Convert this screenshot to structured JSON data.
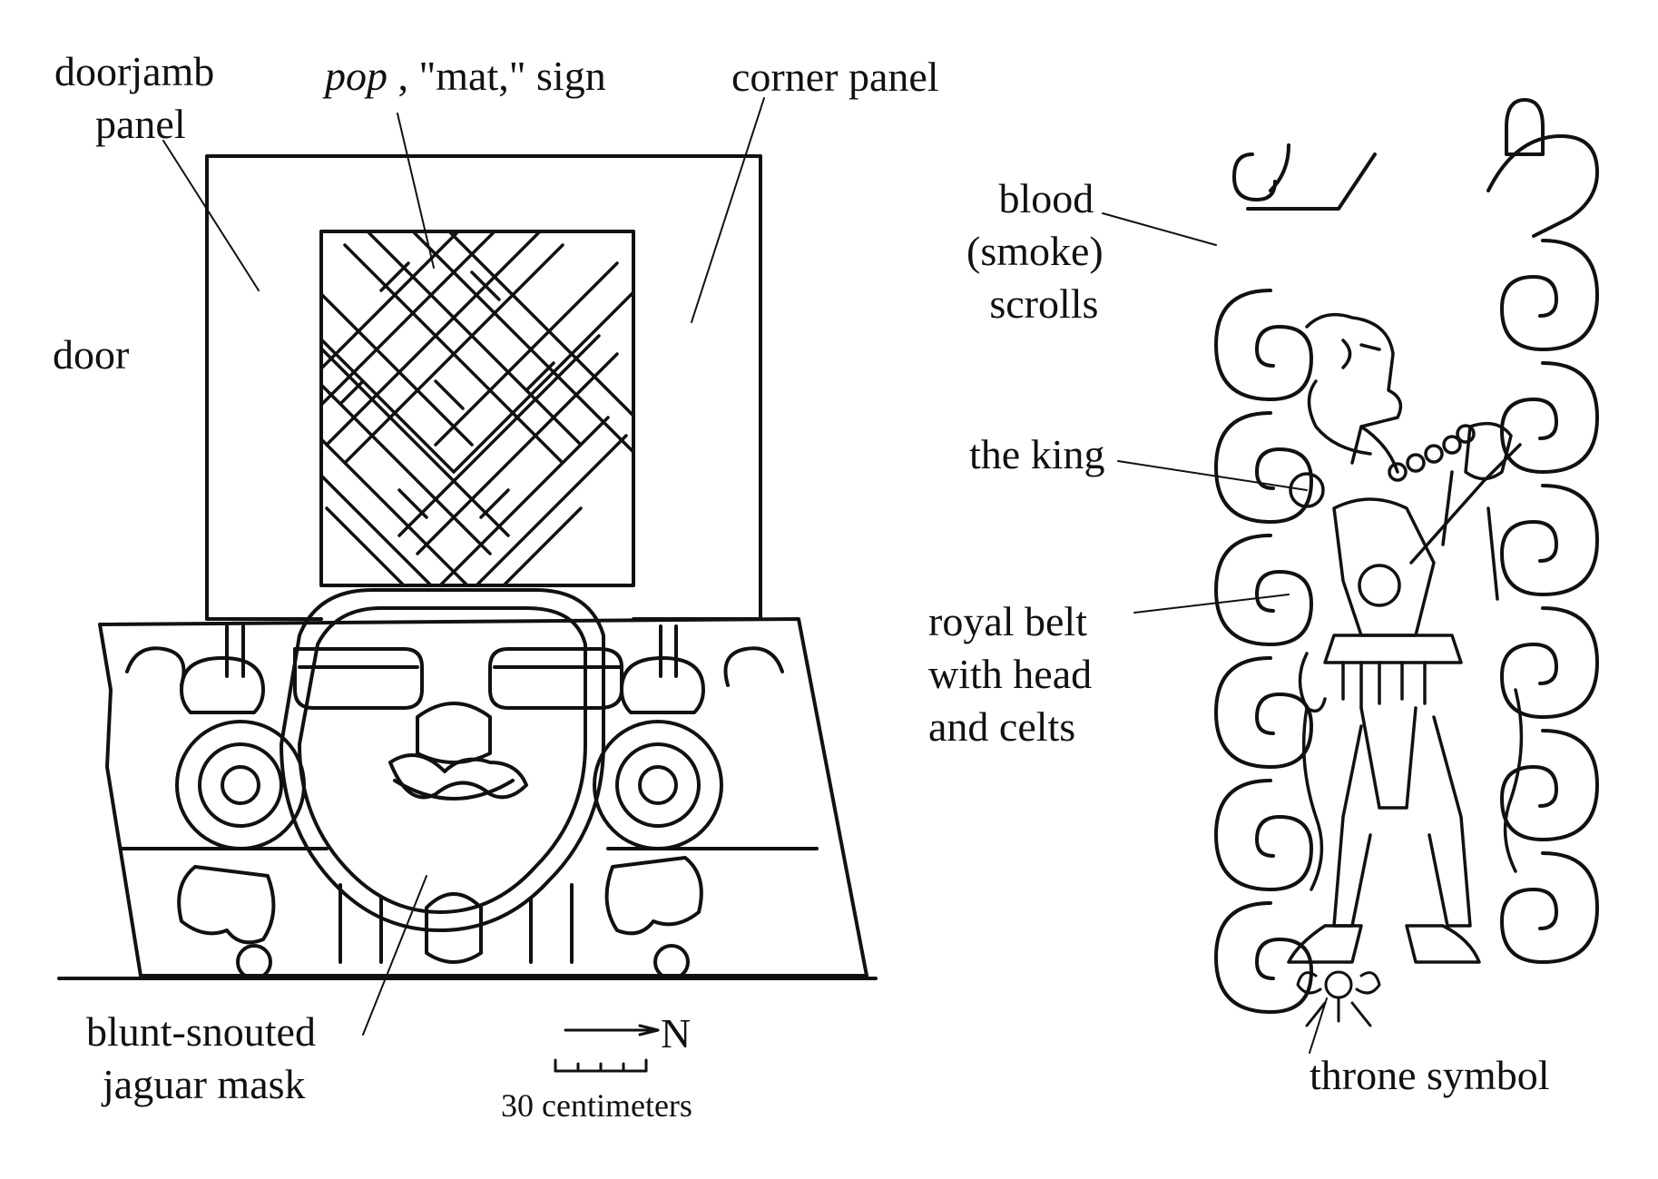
{
  "labels": {
    "doorjamb_panel": [
      "doorjamb",
      "panel"
    ],
    "pop_italic": "pop",
    "pop_rest": " , \"mat,\" sign",
    "corner_panel": "corner panel",
    "door": "door",
    "jaguar_mask": [
      "blunt-snouted",
      "jaguar mask"
    ],
    "compass_n": "N",
    "scale": "30 centimeters",
    "blood_scrolls": [
      "blood",
      "(smoke)",
      "scrolls"
    ],
    "the_king": "the king",
    "royal_belt": [
      "royal belt",
      "with head",
      "and celts"
    ],
    "throne_symbol": "throne symbol"
  },
  "colors": {
    "ink": "#111111",
    "paper": "#ffffff"
  }
}
